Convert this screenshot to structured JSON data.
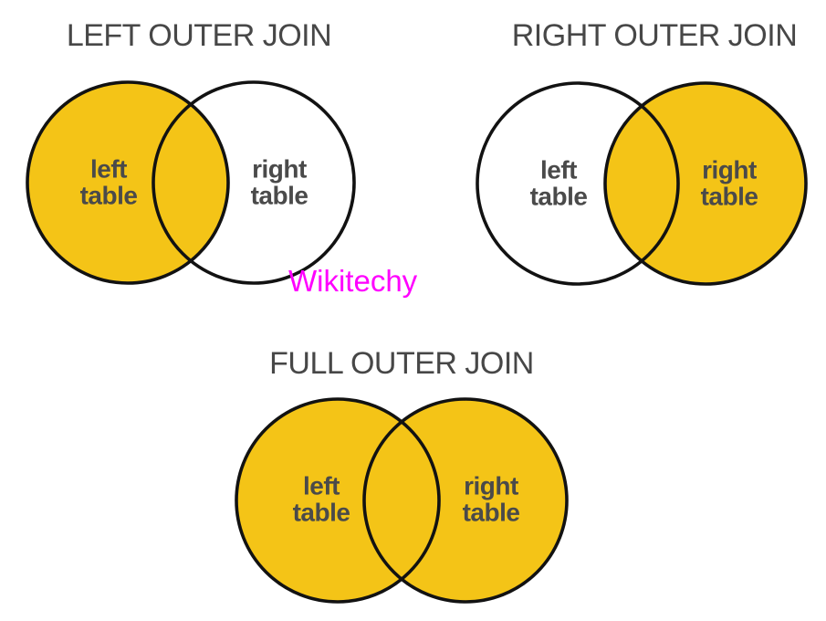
{
  "colors": {
    "fill_yellow": "#F4C417",
    "circle_stroke": "#121212",
    "title_text": "#474747",
    "label_text": "#4A4A4A",
    "watermark": "#FF00FF",
    "background": "#FFFFFF"
  },
  "watermark": {
    "text": "Wikitechy"
  },
  "diagrams": [
    {
      "title": "LEFT OUTER JOIN",
      "left_circle": {
        "label_line1": "left",
        "label_line2": "table",
        "filled": true
      },
      "right_circle": {
        "label_line1": "right",
        "label_line2": "table",
        "filled": false
      }
    },
    {
      "title": "RIGHT OUTER JOIN",
      "left_circle": {
        "label_line1": "left",
        "label_line2": "table",
        "filled": false
      },
      "right_circle": {
        "label_line1": "right",
        "label_line2": "table",
        "filled": true
      }
    },
    {
      "title": "FULL OUTER JOIN",
      "left_circle": {
        "label_line1": "left",
        "label_line2": "table",
        "filled": true
      },
      "right_circle": {
        "label_line1": "right",
        "label_line2": "table",
        "filled": true
      }
    }
  ]
}
